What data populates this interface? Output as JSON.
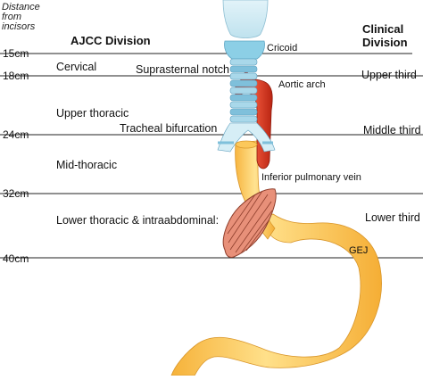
{
  "headers": {
    "distance": [
      "Distance",
      "from",
      "incisors"
    ],
    "ajcc": "AJCC Division",
    "clinical": [
      "Clinical",
      "Division"
    ]
  },
  "distances": [
    "15cm",
    "18cm",
    "24cm",
    "32cm",
    "40cm"
  ],
  "ajcc_divisions": [
    "Cervical",
    "Upper thoracic",
    "Mid-thoracic",
    "Lower thoracic & intraabdominal:"
  ],
  "anatomic_landmarks": [
    "Cricoid",
    "Suprasternal notch",
    "Aortic arch",
    "Tracheal bifurcation",
    "Inferior pulmonary vein",
    "GEJ"
  ],
  "clinical_divisions": [
    "Upper third",
    "Middle third",
    "Lower third"
  ],
  "colors": {
    "esophagus_stomach": "#FCC85A",
    "thyroid_cartilage": "#CFEAF3",
    "cricoid": "#8CCFE6",
    "trachea_rings": "#6FB4D2",
    "aorta": "#D9361E",
    "heart_muscle": "#E89079",
    "lines": "#222222"
  }
}
